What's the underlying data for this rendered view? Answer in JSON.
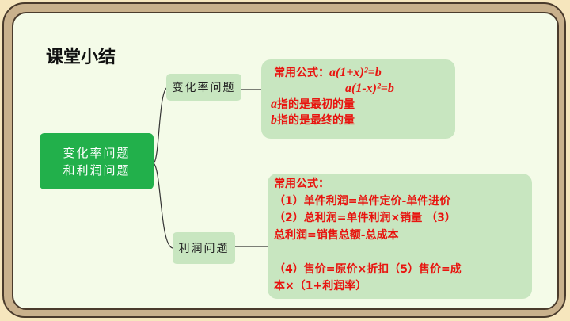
{
  "title": "课堂小结",
  "central": {
    "line1": "变化率问题",
    "line2": "和利润问题"
  },
  "branches": [
    {
      "label": "变化率问题",
      "formula_label": "常用公式：",
      "formula1": "a(1+x)²=b",
      "formula2": "a(1-x)²=b",
      "note_a_var": "a",
      "note_a": "指的是最初的量",
      "note_b_var": "b",
      "note_b": "指的是最终的量"
    },
    {
      "label": "利润问题",
      "lines": [
        "常用公式：",
        "（1）单件利润=单件定价-单件进价",
        "（2）总利润=单件利润×销量 （3）",
        "总利润=销售总额-总成本",
        "",
        "（4）售价=原价×折扣（5）售价=成",
        "本×（1+利润率）"
      ]
    }
  ],
  "colors": {
    "central": "#22b04b",
    "node": "#c8e6c0",
    "formula_text": "#e8140f"
  }
}
